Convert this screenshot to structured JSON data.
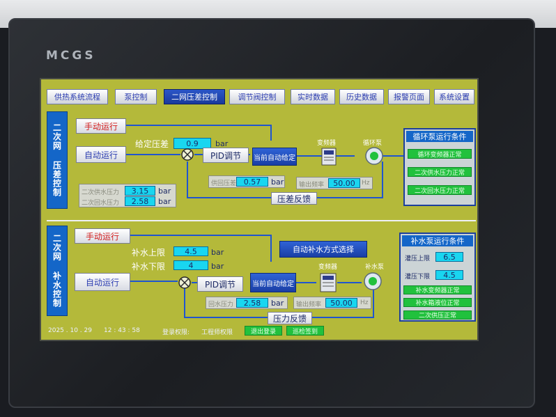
{
  "device": {
    "brand": "MCGS"
  },
  "tabs": [
    {
      "label": "供热系统流程"
    },
    {
      "label": "泵控制"
    },
    {
      "label": "二网压差控制"
    },
    {
      "label": "调节阀控制"
    },
    {
      "label": "实时数据"
    },
    {
      "label": "历史数据"
    },
    {
      "label": "报警页面"
    },
    {
      "label": "系统设置"
    }
  ],
  "section1": {
    "side_title": "二次网 压差控制",
    "manual_label": "手动运行",
    "auto_label": "自动运行",
    "setpoint_label": "给定压差",
    "setpoint_value": "0.9",
    "setpoint_unit": "bar",
    "pid_label": "PID调节",
    "mode_label": "当前自动给定",
    "inverter_label": "变频器",
    "pump_label": "循环泵",
    "supply_pressure_label": "二次供水压力",
    "supply_pressure_value": "3.15",
    "return_pressure_label": "二次回水压力",
    "return_pressure_value": "2.58",
    "pressure_unit": "bar",
    "diff_label": "供回压差",
    "diff_value": "0.57",
    "diff_unit": "bar",
    "freq_label": "输出频率",
    "freq_value": "50.00",
    "freq_unit": "Hz",
    "feedback_label": "压差反馈",
    "conditions_title": "循环泵运行条件",
    "conditions": [
      "循环变频器正常",
      "二次供水压力正常",
      "二次回水压力正常"
    ]
  },
  "section2": {
    "side_title": "二次网 补水控制",
    "manual_label": "手动运行",
    "auto_label": "自动运行",
    "upper_label": "补水上限",
    "upper_value": "4.5",
    "lower_label": "补水下限",
    "lower_value": "4",
    "unit": "bar",
    "mode_select_label": "自动补水方式选择",
    "pid_label": "PID调节",
    "mode_label": "当前自动给定",
    "inverter_label": "变频器",
    "pump_label": "补水泵",
    "return_pressure_label": "回水压力",
    "return_pressure_value": "2.58",
    "return_pressure_unit": "bar",
    "freq_label": "输出频率",
    "freq_value": "50.00",
    "freq_unit": "Hz",
    "feedback_label": "压力反馈",
    "conditions_title": "补水泵运行条件",
    "tank_upper_label": "灌压上限",
    "tank_upper_value": "6.5",
    "tank_lower_label": "灌压下限",
    "tank_lower_value": "4.5",
    "conditions": [
      "补水变频器正常",
      "补水箱液位正常",
      "二次供压正常"
    ]
  },
  "status_bar": {
    "date": "2025 . 10 . 29",
    "time": "12 : 43 : 58",
    "login_label": "登录权限:",
    "login_user": "工程师权限",
    "logout_label": "退出登录",
    "patrol_label": "巡检签到"
  },
  "colors": {
    "screen_bg": "#b4b93a",
    "accent_blue": "#1466c8",
    "value_cyan": "#19d6f0",
    "ok_green": "#21c13d",
    "pipe_blue": "#1f55d0"
  }
}
